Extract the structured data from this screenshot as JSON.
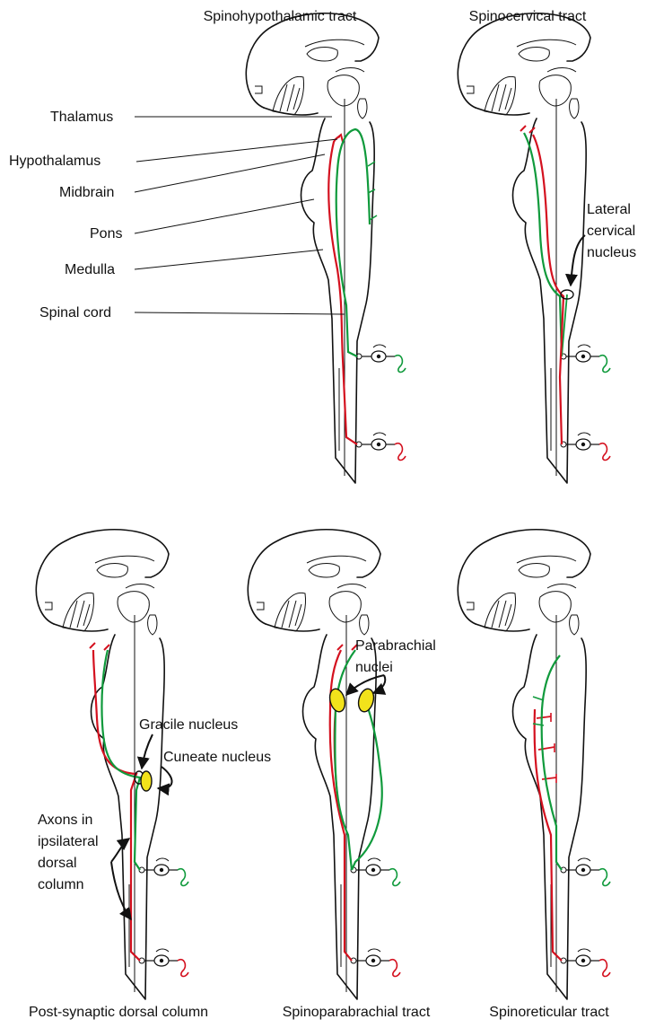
{
  "colors": {
    "red": "#d4111f",
    "green": "#109a3c",
    "nucleus": "#f2e21b",
    "outline": "#111111"
  },
  "panels": [
    {
      "id": "spinohypothalamic",
      "title": "Spinohypothalamic tract"
    },
    {
      "id": "spinocervical",
      "title": "Spinocervical tract"
    },
    {
      "id": "psdc",
      "title": "Post-synaptic dorsal column"
    },
    {
      "id": "spinoparabrachial",
      "title": "Spinoparabrachial tract"
    },
    {
      "id": "spinoreticular",
      "title": "Spinoreticular tract"
    }
  ],
  "structures": {
    "thalamus": "Thalamus",
    "hypothalamus": "Hypothalamus",
    "midbrain": "Midbrain",
    "pons": "Pons",
    "medulla": "Medulla",
    "spinal_cord": "Spinal cord"
  },
  "annotations": {
    "lateral_cervical": [
      "Lateral",
      "cervical",
      "nucleus"
    ],
    "gracile": "Gracile nucleus",
    "cuneate": "Cuneate nucleus",
    "axons": [
      "Axons in",
      "ipsilateral",
      "dorsal",
      "column"
    ],
    "parabrachial": [
      "Parabrachial",
      "nuclei"
    ]
  }
}
